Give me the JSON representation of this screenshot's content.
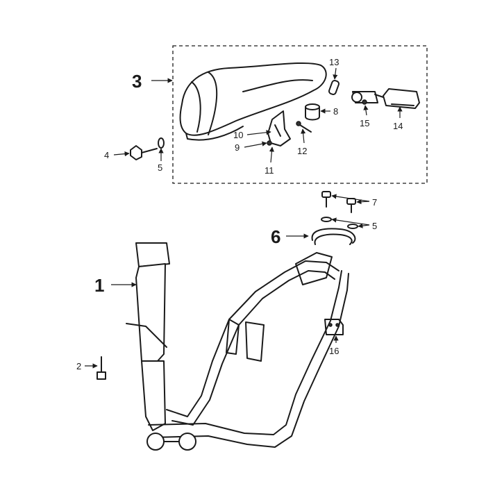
{
  "callouts": {
    "c1": "1",
    "c2": "2",
    "c3": "3",
    "c4": "4",
    "c5a": "5",
    "c5b": "5",
    "c6": "6",
    "c7": "7",
    "c8": "8",
    "c9": "9",
    "c10": "10",
    "c11": "11",
    "c12": "12",
    "c13": "13",
    "c14": "14",
    "c15": "15",
    "c16": "16"
  },
  "colors": {
    "line": "#1a1a1a",
    "background": "#ffffff"
  }
}
